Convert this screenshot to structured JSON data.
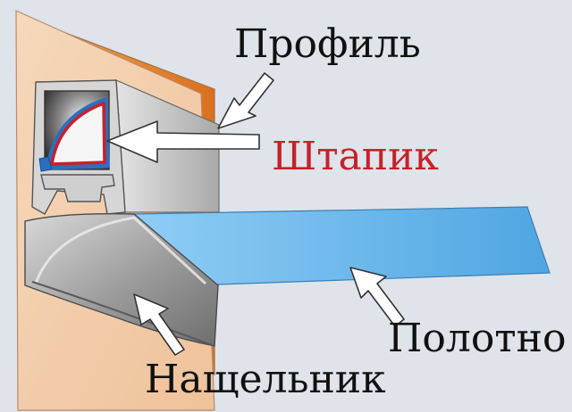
{
  "labels": {
    "profile": "Профиль",
    "bead": "Штапик",
    "canvas": "Полотно",
    "trim": "Нащельник"
  },
  "colors": {
    "background": "#dfe3ea",
    "wall": "#f1c9a4",
    "wall_edge": "#e98a3c",
    "profile_metal": "#c4c4c4",
    "bead_red": "#c8202a",
    "bead_blue": "#2a6fc0",
    "canvas_blue": "#5fb0e8",
    "label_text": "#111111",
    "label_accent": "#c8202a",
    "arrow": "#ffffff"
  }
}
